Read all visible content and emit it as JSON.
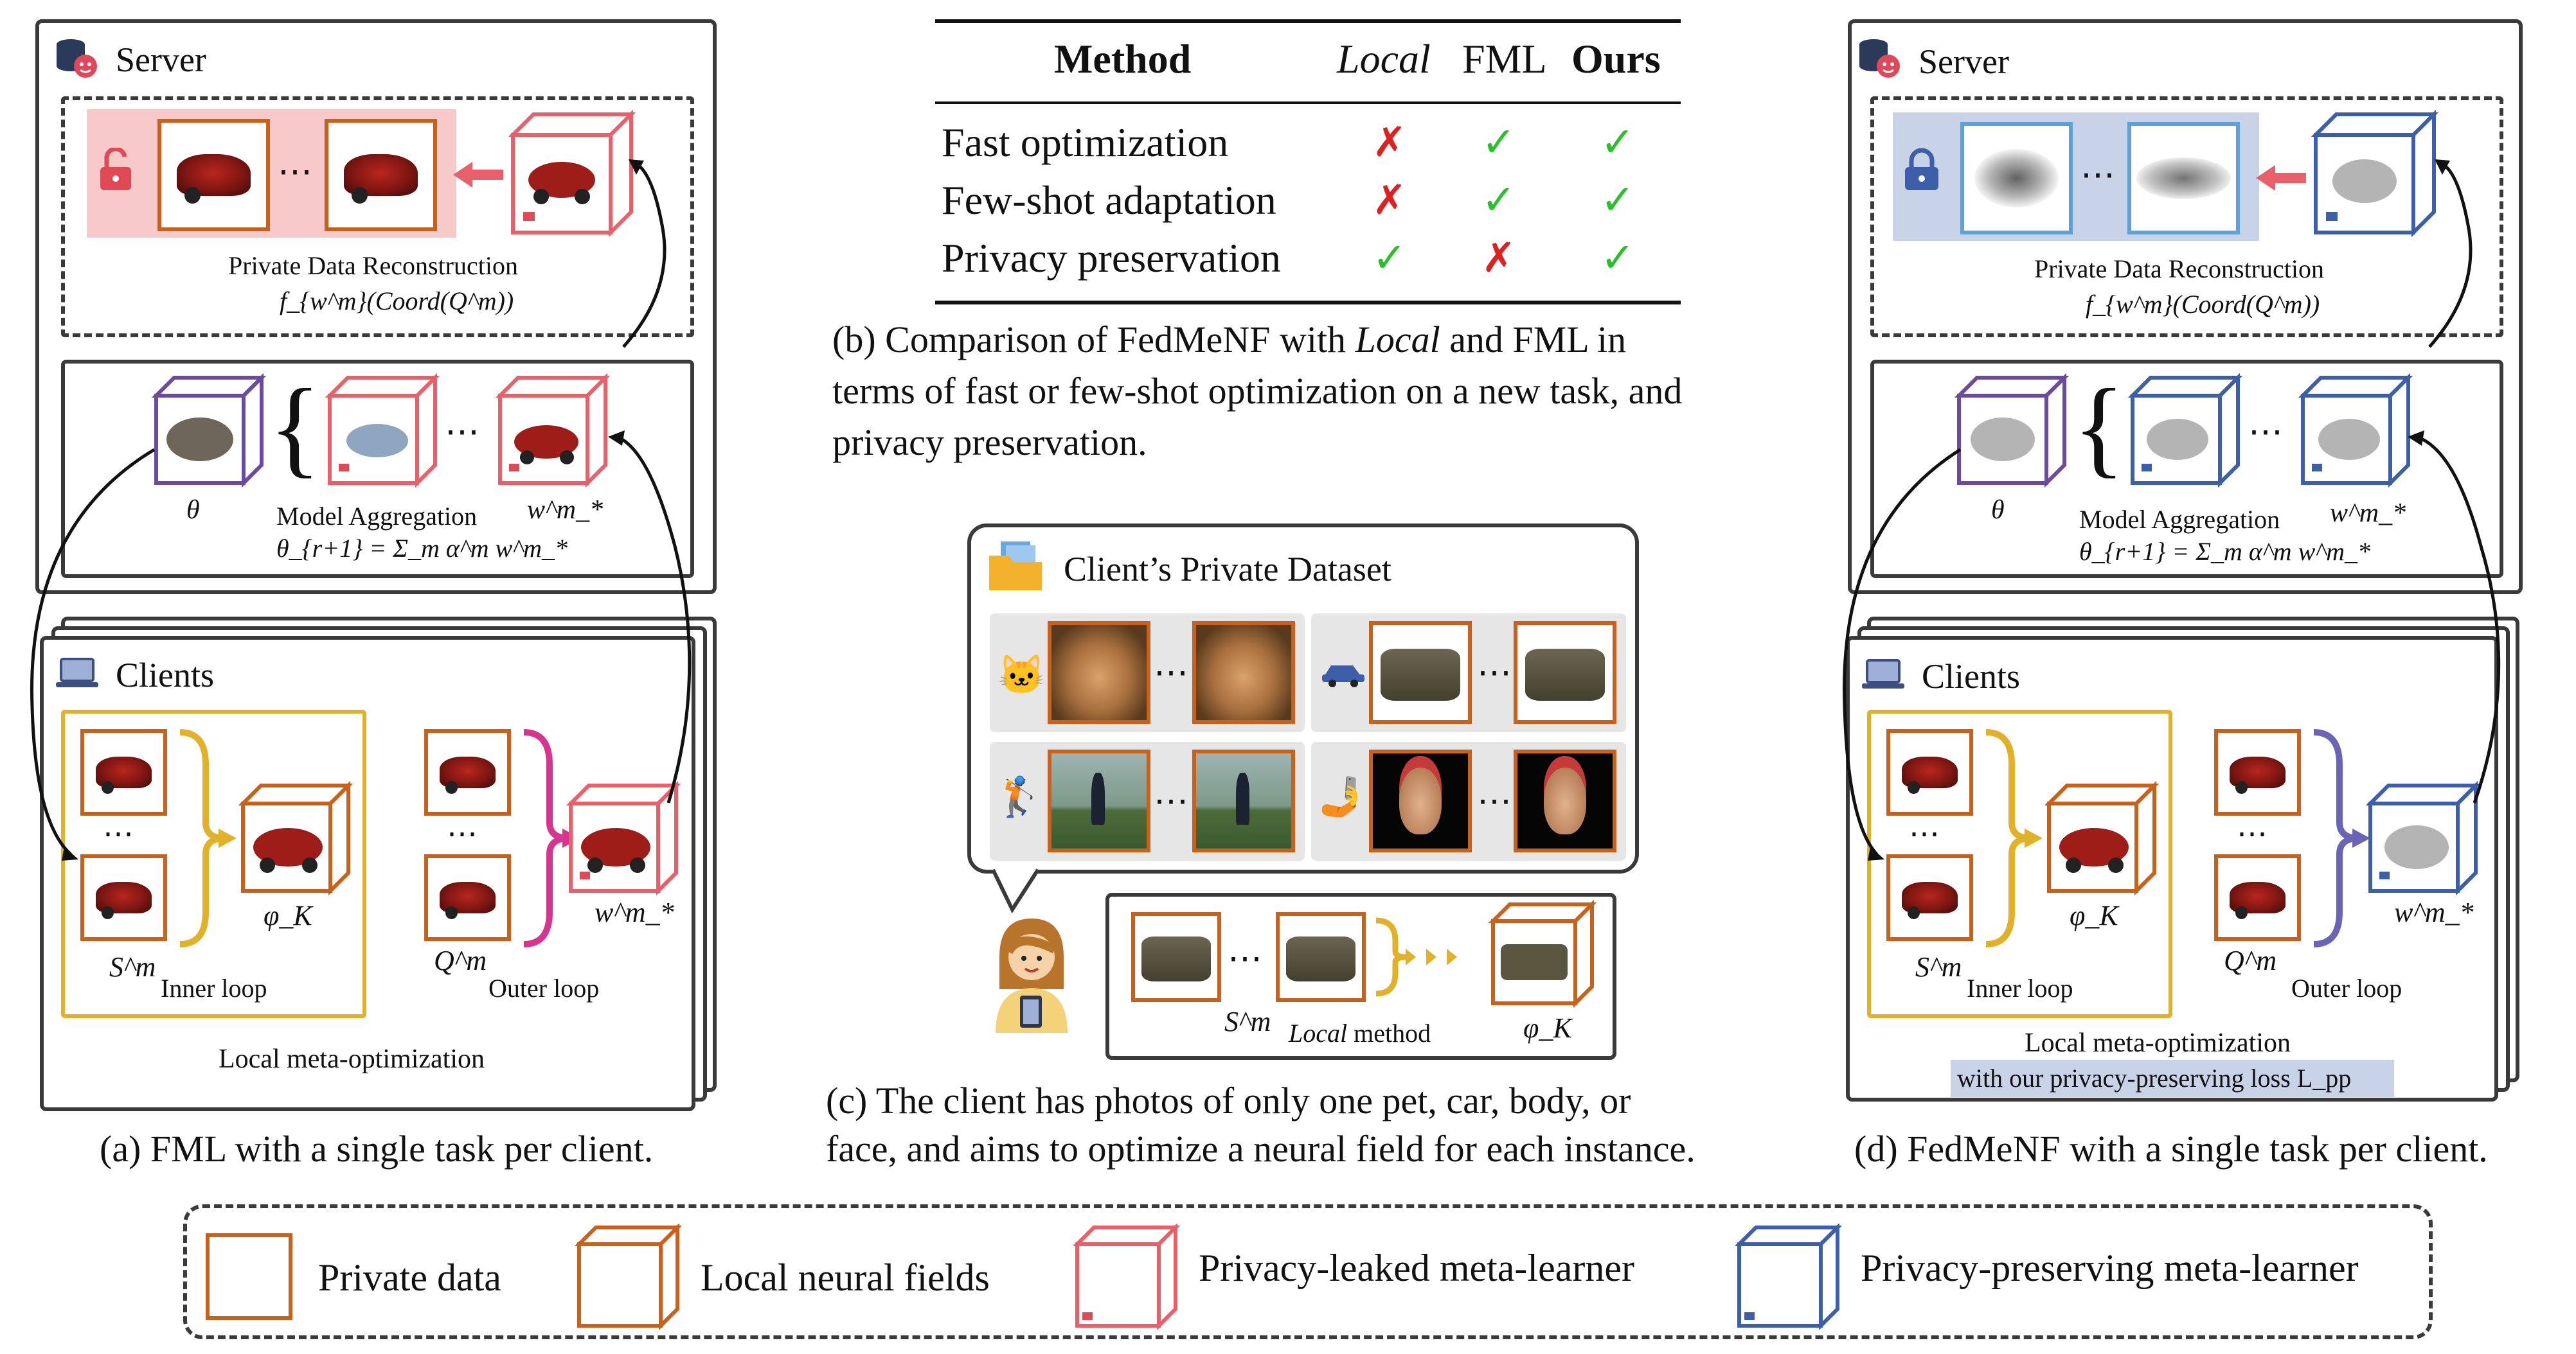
{
  "panel_a": {
    "server_label": "Server",
    "recon_label": "Private Data Reconstruction",
    "recon_formula": "f_{w^m}(Coord(Q^m))",
    "theta": "θ",
    "agg_label": "Model Aggregation",
    "agg_formula": "θ_{r+1} = Σ_m α^m w^m_*",
    "w_label": "w^m_*",
    "clients_label": "Clients",
    "s_label": "S^m",
    "inner_loop": "Inner loop",
    "phi_label": "φ_K",
    "q_label": "Q^m",
    "outer_loop": "Outer loop",
    "w2_label": "w^m_*",
    "local_meta": "Local meta-optimization",
    "ellipsis": "⋯",
    "caption": "(a) FML with a single task per client."
  },
  "table": {
    "head": [
      "Method",
      "Local",
      "FML",
      "Ours"
    ],
    "rows": [
      {
        "label": "Fast optimization",
        "marks": [
          "✗",
          "✓",
          "✓"
        ]
      },
      {
        "label": "Few-shot adaptation",
        "marks": [
          "✗",
          "✓",
          "✓"
        ]
      },
      {
        "label": "Privacy preservation",
        "marks": [
          "✓",
          "✗",
          "✓"
        ]
      }
    ],
    "caption_prefix": "(b) Comparison of FedMeNF with ",
    "caption_local": "Local",
    "caption_mid": " and FML in",
    "caption_line2": "terms of fast or few-shot optimization on a new task, and",
    "caption_line3": "privacy preservation.",
    "colors": {
      "check": "#2bbf2b",
      "cross": "#e02020"
    }
  },
  "panel_c": {
    "title": "Client’s Private Dataset",
    "ellipsis": "⋯",
    "s_label": "S^m",
    "method_italic": "Local",
    "method_rest": " method",
    "phi_label": "φ_K",
    "caption_line1": "(c) The client has photos of only one pet, car, body, or",
    "caption_line2": "face, and aims to optimize a neural field for each instance."
  },
  "panel_d": {
    "server_label": "Server",
    "recon_label": "Private Data Reconstruction",
    "recon_formula": "f_{w^m}(Coord(Q^m))",
    "theta": "θ",
    "agg_label": "Model Aggregation",
    "agg_formula": "θ_{r+1} = Σ_m α^m w^m_*",
    "w_label": "w^m_*",
    "clients_label": "Clients",
    "s_label": "S^m",
    "inner_loop": "Inner loop",
    "phi_label": "φ_K",
    "q_label": "Q^m",
    "outer_loop": "Outer loop",
    "w2_label": "w^m_*",
    "local_meta": "Local meta-optimization",
    "pp_loss": "with our privacy-preserving loss L_pp",
    "ellipsis": "⋯",
    "caption": "(d) FedMeNF with a single task per client."
  },
  "legend": {
    "private_data": "Private data",
    "local_nf": "Local neural fields",
    "leaked": "Privacy-leaked meta-learner",
    "preserving": "Privacy-preserving meta-learner"
  },
  "colors": {
    "orange": "#c8611c",
    "red": "#e8606a",
    "blue": "#3d5ea8",
    "purple": "#6a4ba0",
    "yellow": "#e2b12a",
    "magenta": "#d6348f",
    "indigo": "#6b63b5",
    "pink_bg": "#f7c9c9",
    "blue_bg": "#c9d3e8"
  }
}
